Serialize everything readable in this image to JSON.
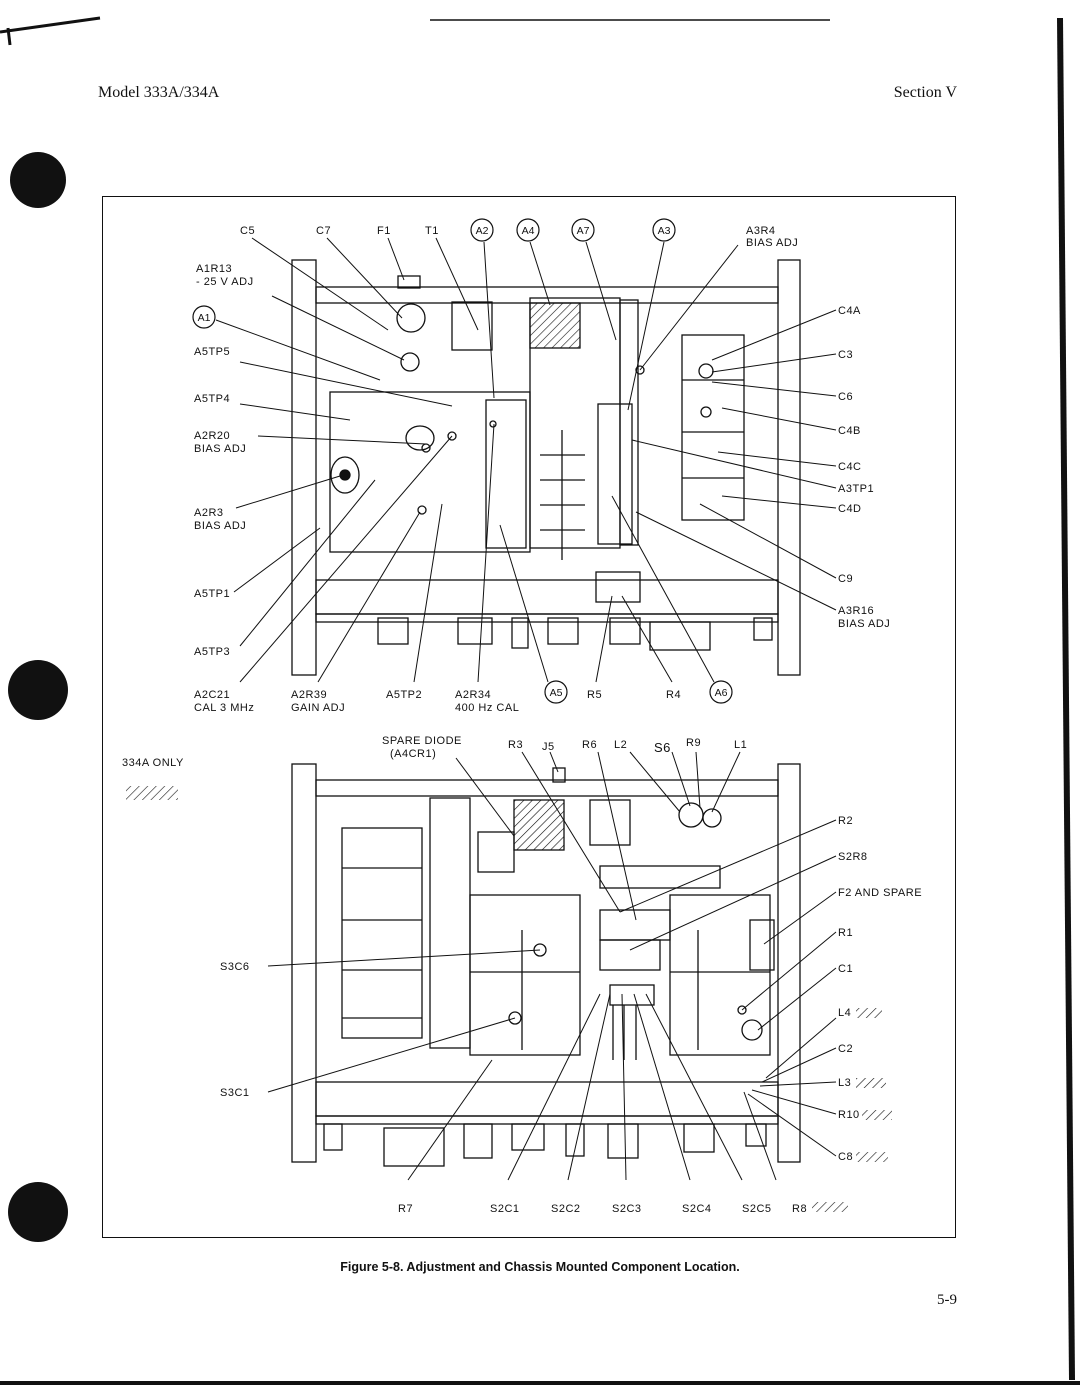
{
  "header": {
    "model": "Model 333A/334A",
    "section": "Section V"
  },
  "caption": "Figure 5-8.  Adjustment and Chassis Mounted Component Location.",
  "page_number": "5-9",
  "diagram": {
    "top_labels": {
      "c5": "C5",
      "c7": "C7",
      "f1": "F1",
      "t1": "T1",
      "a3r4": "A3R4",
      "a3r4_sub": "BIAS ADJ",
      "a1r13": "A1R13",
      "a1r13_sub": "- 25 V ADJ",
      "a5tp5": "A5TP5",
      "a5tp4": "A5TP4",
      "a2r20": "A2R20",
      "a2r20_sub": "BIAS ADJ",
      "a2r3": "A2R3",
      "a2r3_sub": "BIAS ADJ",
      "a5tp1": "A5TP1",
      "a5tp3": "A5TP3",
      "a2c21": "A2C21",
      "a2c21_sub": "CAL 3 MHz",
      "a2r39": "A2R39",
      "a2r39_sub": "GAIN ADJ",
      "a5tp2": "A5TP2",
      "a2r34": "A2R34",
      "a2r34_sub": "400 Hz CAL",
      "r5": "R5",
      "r4": "R4",
      "c4a": "C4A",
      "c3": "C3",
      "c6": "C6",
      "c4b": "C4B",
      "c4c": "C4C",
      "a3tp1": "A3TP1",
      "c4d": "C4D",
      "c9": "C9",
      "a3r16": "A3R16",
      "a3r16_sub": "BIAS ADJ"
    },
    "assemblies": {
      "a1": "A1",
      "a2": "A2",
      "a3": "A3",
      "a4": "A4",
      "a5": "A5",
      "a6": "A6",
      "a7": "A7"
    },
    "bottom_labels": {
      "only_334a": "334A ONLY",
      "spare_diode": "SPARE DIODE",
      "spare_diode_sub": "(A4CR1)",
      "r3": "R3",
      "j5": "J5",
      "r6": "R6",
      "l2": "L2",
      "s6": "S6",
      "r9": "R9",
      "l1": "L1",
      "r2": "R2",
      "s2r8": "S2R8",
      "f2": "F2 AND SPARE",
      "r1": "R1",
      "c1": "C1",
      "l4": "L4",
      "c2": "C2",
      "l3": "L3",
      "r10": "R10",
      "c8": "C8",
      "s3c6": "S3C6",
      "s3c1": "S3C1",
      "r7": "R7",
      "s2c1": "S2C1",
      "s2c2": "S2C2",
      "s2c3": "S2C3",
      "s2c4": "S2C4",
      "s2c5": "S2C5",
      "r8": "R8"
    }
  }
}
